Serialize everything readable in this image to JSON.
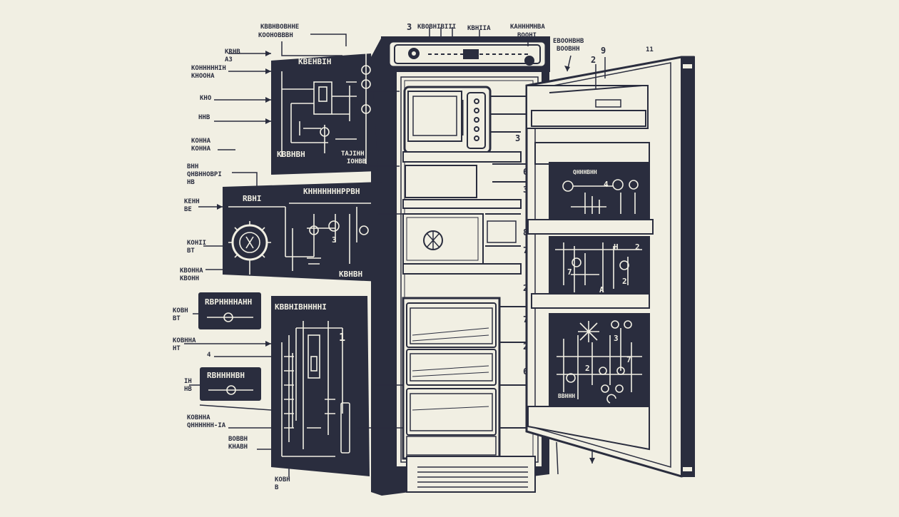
{
  "colors": {
    "ink": "#2a2d3e",
    "paper": "#f1efe3"
  },
  "top_labels": {
    "a": [
      "KBBHBOBHHE",
      "KOOHOBBBH"
    ],
    "b": "3",
    "c": "KBOBHIBIII",
    "d": "KBHIIA",
    "e": [
      "KAHHHMHBA",
      "BOOHI"
    ],
    "f": [
      "EBOOHBHB",
      "BOOBHH"
    ],
    "g": "9",
    "h": "11",
    "i": "2"
  },
  "left_labels": [
    [
      "KRHB",
      "A3"
    ],
    [
      "KOHHHHHIH",
      "KHOOHA"
    ],
    [
      "KHO"
    ],
    [
      "HHB"
    ],
    [
      "KOHHA",
      "KOHHA"
    ],
    [
      "BHH",
      "QHBHHOBPI",
      "HB"
    ],
    [
      "KEHH",
      "BE"
    ],
    [
      "KOHII",
      "BT"
    ],
    [
      "KBOHHA",
      "KBOHH"
    ],
    [
      "KOBH",
      "BT"
    ],
    [
      "KOBHHA",
      "HT"
    ],
    [
      "4"
    ],
    [
      "IH",
      "HB"
    ],
    [
      "KOBHHA",
      "QHHHHHH-IA"
    ],
    [
      "BOBBH",
      "KHABH"
    ],
    [
      "KOBH",
      "B"
    ]
  ],
  "panels": {
    "top": {
      "title": "KBEHBIH",
      "sub": "KBBHBH",
      "sub2": [
        "TAJIHH",
        "IOHBB"
      ]
    },
    "middle": {
      "title_left": "RBHI",
      "title": "KHHHHHHHPPBH",
      "sub": "KBHBH",
      "num": "3"
    },
    "small1": {
      "title": "RBPHHHHAHH"
    },
    "small2": {
      "title": "RBHHHHBH"
    },
    "bottom": {
      "title": "KBBHIBHHHHI",
      "num": "1"
    }
  },
  "door_labels": {
    "panel1": "QHHHBHH",
    "panel3": "BBHHH"
  },
  "shelf_numbers": [
    "3",
    "6",
    "3",
    "8",
    "7",
    "2",
    "7",
    "2",
    "6"
  ],
  "door_numbers": [
    "4",
    "2",
    "H",
    "7",
    "A",
    "2",
    "3",
    "7",
    "2"
  ]
}
